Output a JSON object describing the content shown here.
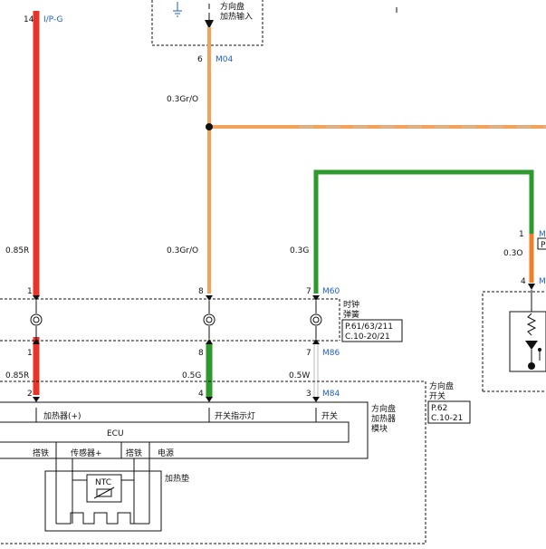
{
  "colors": {
    "red": "#e8332a",
    "orange": "#f2a25a",
    "orange_strong": "#f07f2a",
    "green": "#2e9a2e",
    "white_wire": "#d8d8d8",
    "connector_blue": "#1f5fbf",
    "line": "#111111"
  },
  "top_box": {
    "label_line1": "方向盘",
    "label_line2": "加热输入"
  },
  "wires": {
    "red": {
      "pin_top": "14",
      "conn_top": "I/P-G",
      "wire_label": "0.85R",
      "pin_mid": "1",
      "pin_below": "1",
      "wire_label_lower": "0.85R",
      "pin_module": "2"
    },
    "orange": {
      "pin_top": "6",
      "conn_top": "M04",
      "wire_label_top": "0.3Gr/O",
      "wire_label_bottom": "0.3Gr/O",
      "pin_mid": "8",
      "pin_below": "8",
      "wire_label_lower": "0.5G",
      "pin_module": "4"
    },
    "green": {
      "wire_label": "0.3G",
      "pin_mid": "7",
      "conn_mid": "M60",
      "pin_below": "7",
      "conn_below": "M86",
      "wire_label_lower": "0.5W",
      "pin_module": "3",
      "conn_module": "M84"
    },
    "right": {
      "pin_top": "1",
      "conn_top": "M",
      "ref": "P",
      "wire_label": "0.3O",
      "pin_bottom": "4",
      "conn_bottom": "M"
    }
  },
  "clock_spring": {
    "label_line1": "时钟",
    "label_line2": "弹簧",
    "ref_line1": "P.61/63/211",
    "ref_line2": "C.10-20/21"
  },
  "switch": {
    "label_line1": "方向盘",
    "label_line2": "开关",
    "ref_line1": "P.62",
    "ref_line2": "C.10-21"
  },
  "module": {
    "label_line1": "方向盘",
    "label_line2": "加热器",
    "label_line3": "模块",
    "pin_heater": "加热器(+)",
    "pin_indicator": "开关指示灯",
    "pin_switch": "开关",
    "ecu_label": "ECU",
    "bottom_labels": [
      "搭铁",
      "传感器+",
      "搭铁",
      "电源"
    ]
  },
  "heater_pad": {
    "label": "加热垫",
    "ntc_label": "NTC"
  }
}
